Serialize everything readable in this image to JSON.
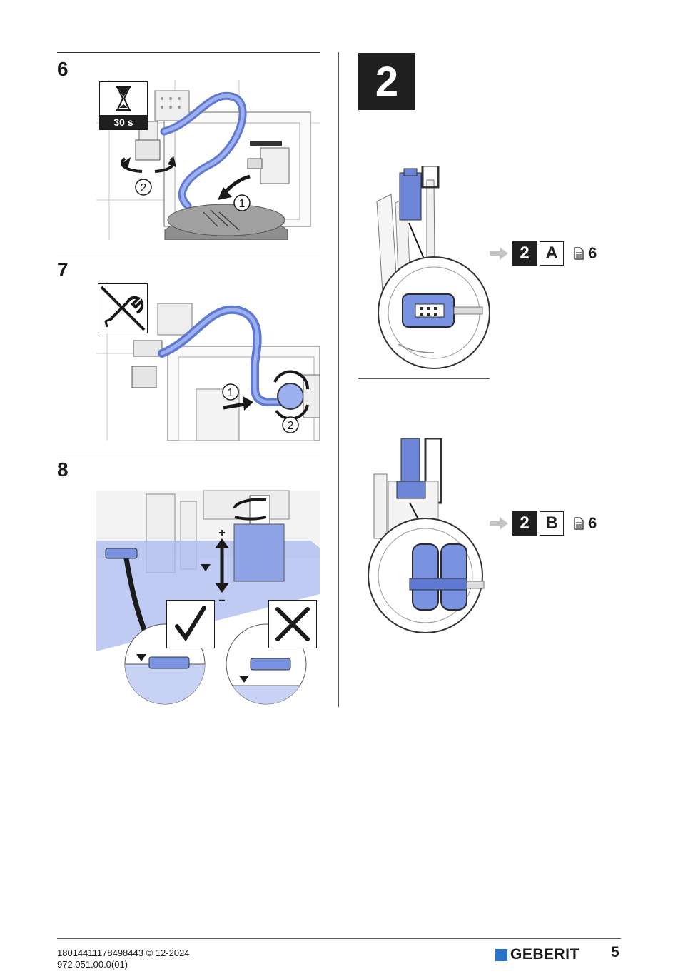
{
  "steps": [
    {
      "number": "6",
      "timer_label": "30 s",
      "callouts": [
        "1",
        "2"
      ]
    },
    {
      "number": "7",
      "callouts": [
        "1",
        "2"
      ]
    },
    {
      "number": "8",
      "plus": "+",
      "minus": "−"
    }
  ],
  "section_badge": "2",
  "references": [
    {
      "badge": "2",
      "variant": "A",
      "page": "6"
    },
    {
      "badge": "2",
      "variant": "B",
      "page": "6"
    }
  ],
  "footer": {
    "line1": "18014411178498443 © 12-2024",
    "line2": "972.051.00.0(01)",
    "brand": "GEBERIT",
    "page_number": "5"
  },
  "colors": {
    "accent_blue": "#7a93e0",
    "brand_blue": "#2a73c8",
    "dark": "#1f1f1f"
  },
  "icons": [
    "hourglass-icon",
    "no-wrench-icon",
    "check-icon",
    "cross-icon",
    "arrow-right-icon",
    "document-icon"
  ]
}
